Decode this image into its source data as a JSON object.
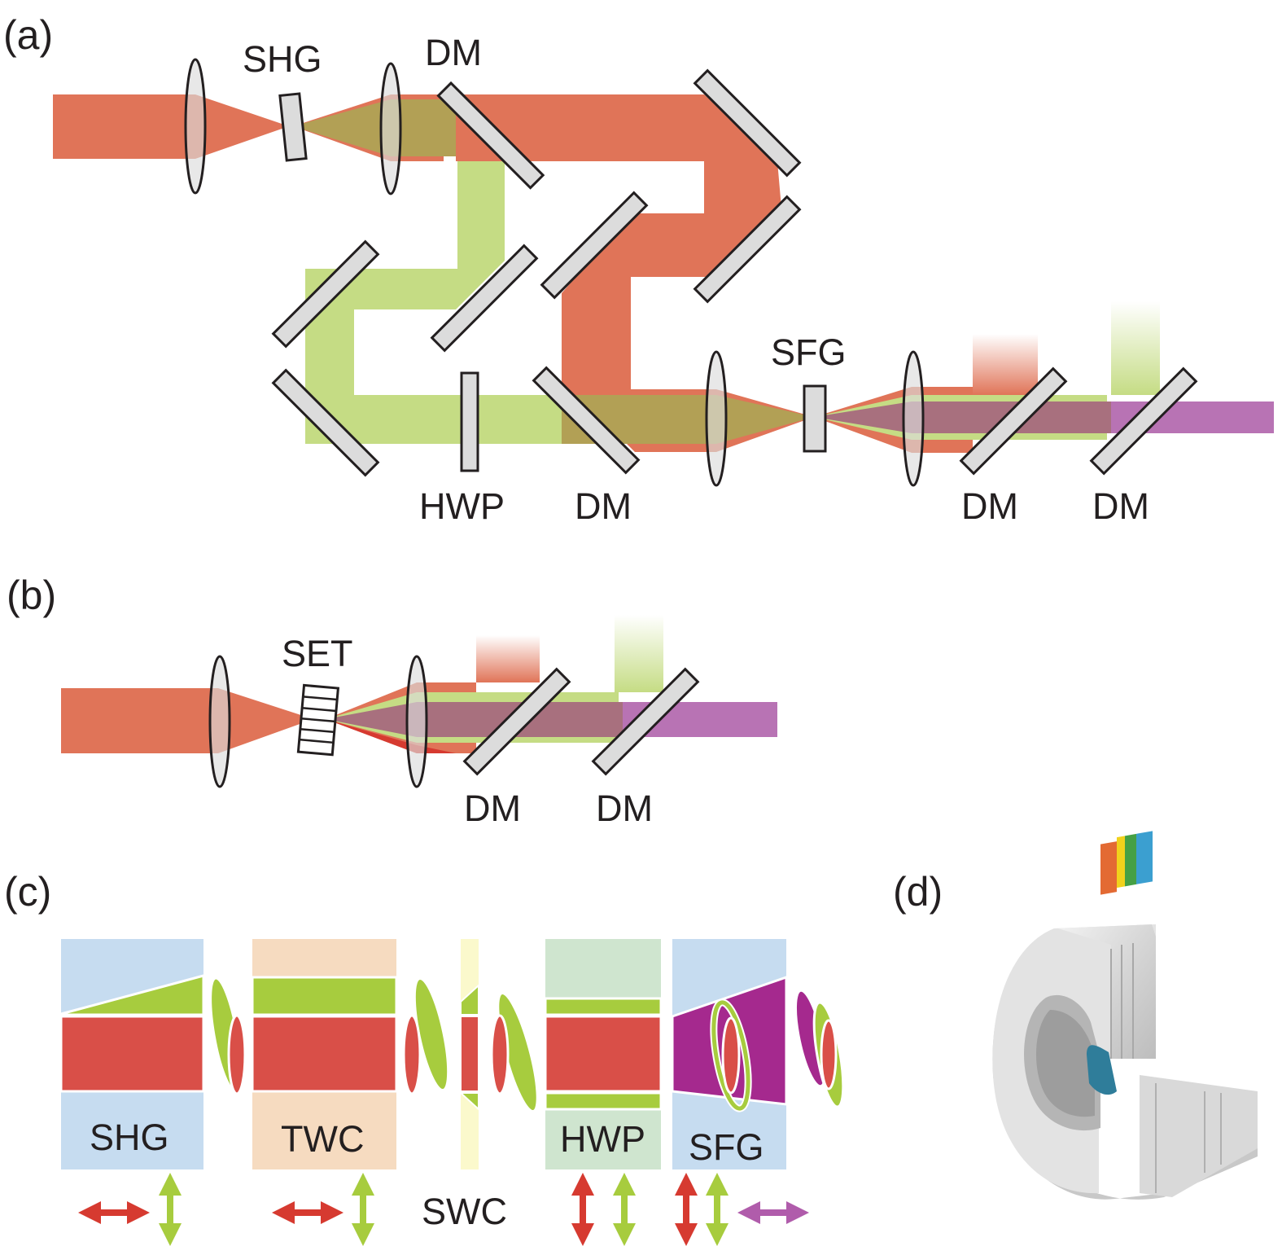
{
  "colors": {
    "fundamental": "#e07458",
    "fundamental_dark": "#d63a30",
    "second_harmonic": "#c5dc84",
    "second_harmonic_dark": "#a7cc3e",
    "sum_frequency": "#b873b4",
    "sum_frequency_dark": "#a5298e",
    "overlap_red_green": "#b2a055",
    "overlap_red_purple": "#a8707e",
    "crystal_fill": "#dcdcdc",
    "optic_outline": "#231f20",
    "shg_block": "#c6dcf0",
    "twc_block": "#f6dbc0",
    "swc_block": "#fbf9cc",
    "hwp_block": "#cfe5cf",
    "sfg_block": "#c6dcf0"
  },
  "panel_a": {
    "label": "(a)",
    "shg": "SHG",
    "dm_top": "DM",
    "sfg": "SFG",
    "hwp": "HWP",
    "dm_bottom_1": "DM",
    "dm_bottom_2": "DM",
    "dm_bottom_3": "DM"
  },
  "panel_b": {
    "label": "(b)",
    "set": "SET",
    "dm_1": "DM",
    "dm_2": "DM"
  },
  "panel_c": {
    "label": "(c)",
    "shg": "SHG",
    "twc": "TWC",
    "swc": "SWC",
    "hwp": "HWP",
    "sfg": "SFG"
  },
  "panel_d": {
    "label": "(d)"
  }
}
